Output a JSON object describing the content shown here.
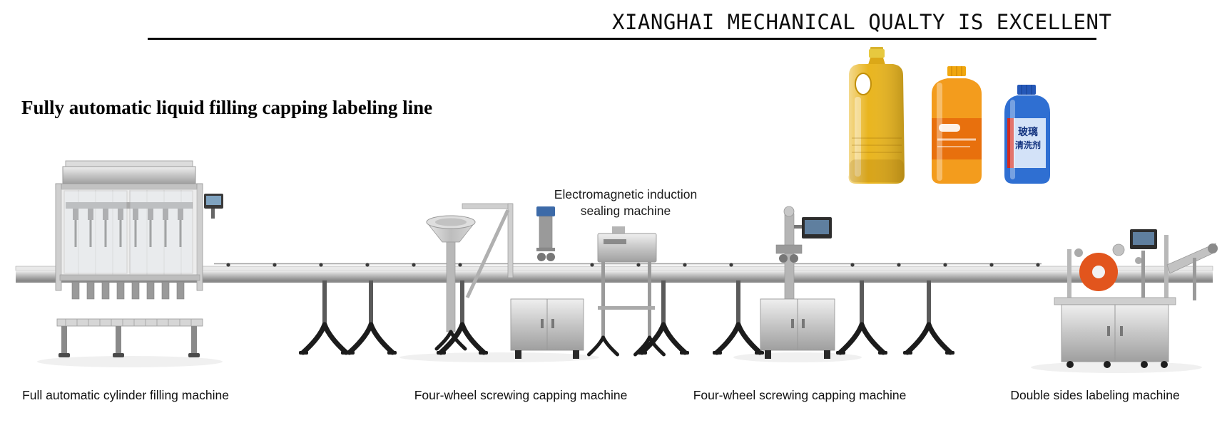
{
  "header": {
    "slogan": "XIANGHAI MECHANICAL QUALTY IS EXCELLENT"
  },
  "main_title": "Fully automatic liquid filling capping labeling line",
  "annotations": {
    "sealing_machine_line1": "Electromagnetic induction",
    "sealing_machine_line2": "sealing machine"
  },
  "machine_labels": [
    "Full automatic cylinder filling machine",
    "Four-wheel screwing capping machine",
    "Four-wheel screwing capping machine",
    "Double sides labeling machine"
  ],
  "bottles": {
    "yellow": {
      "name": "cooking-oil-bottle",
      "body_color": "#e9b51f",
      "cap_color": "#e7c93f"
    },
    "orange": {
      "name": "orange-drink-bottle",
      "body_color": "#f39c1d",
      "label_color": "#e8700d",
      "cap_color": "#f0a70f"
    },
    "blue": {
      "name": "glass-cleaner-bottle",
      "body_color": "#2f6fd2",
      "cap_color": "#2558b8",
      "label_line1": "玻璃",
      "label_line2": "清洗剂"
    }
  },
  "colors": {
    "steel": "#c6c6c6",
    "text": "#111111",
    "label_roll_orange": "#e2551d",
    "motor_blue": "#3c6aa8"
  }
}
